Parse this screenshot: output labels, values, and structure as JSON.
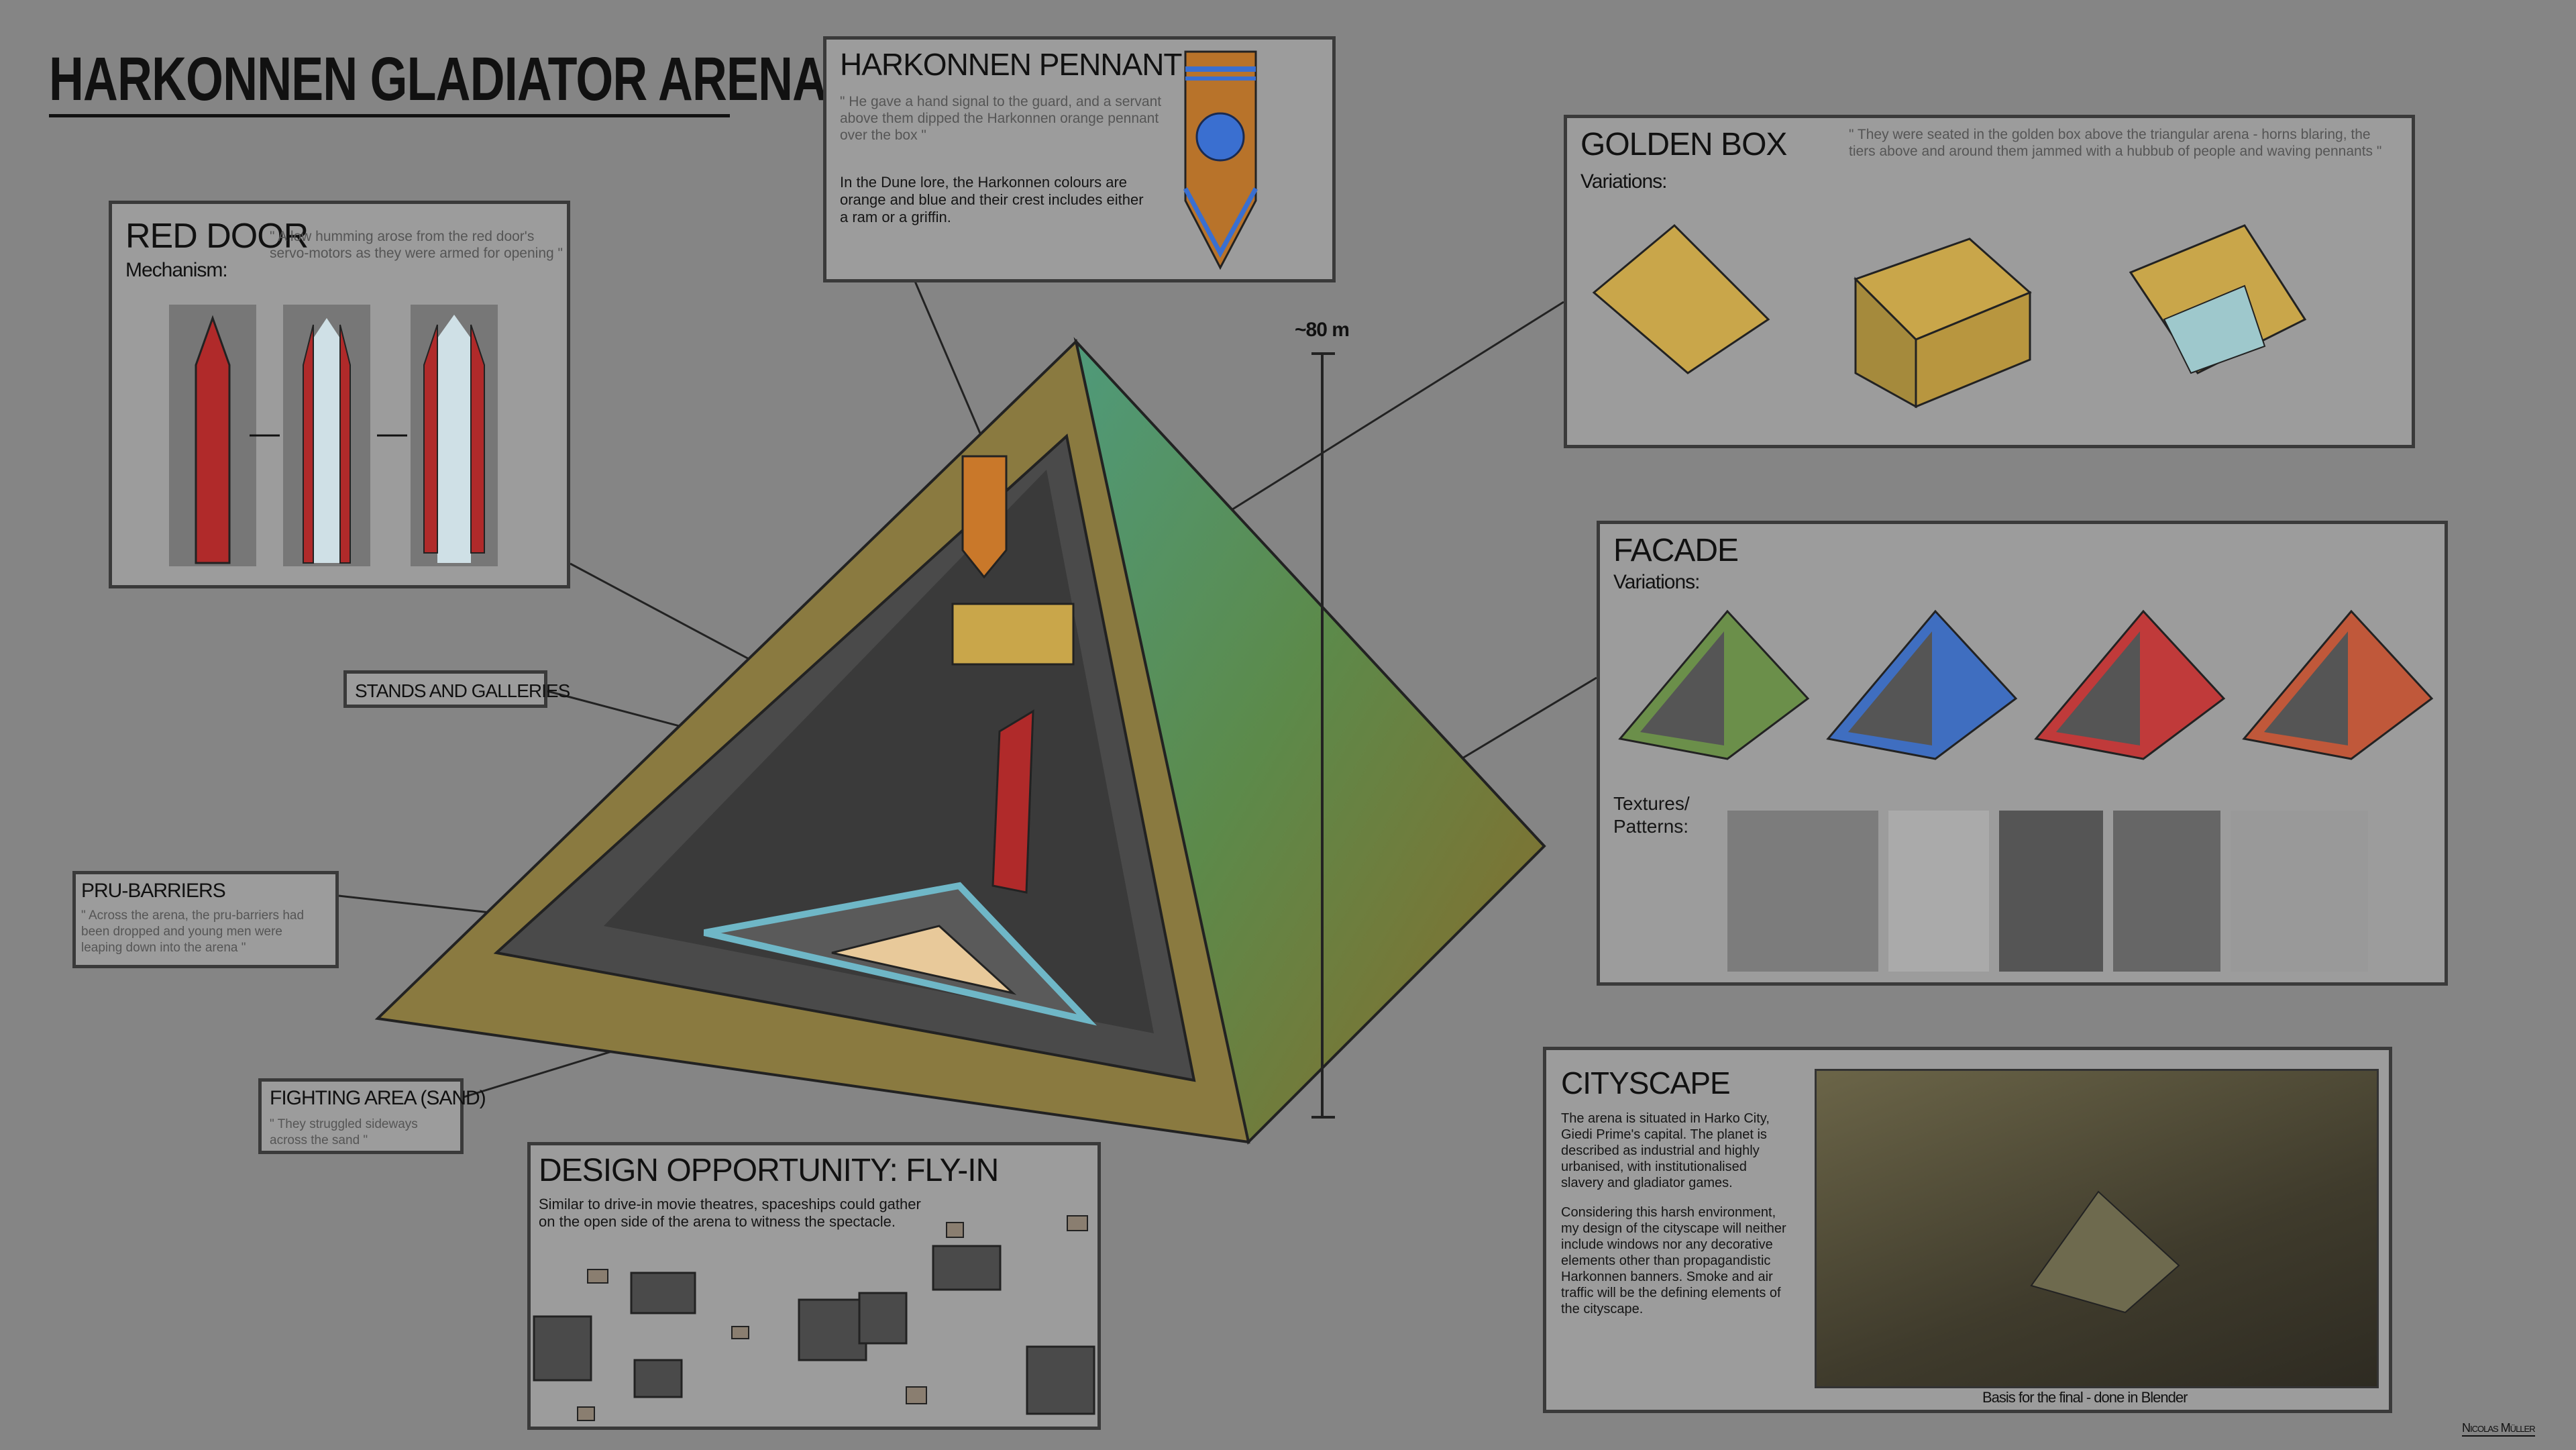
{
  "title": "HARKONNEN GLADIATOR ARENA",
  "pennant": {
    "title": "HARKONNEN PENNANT",
    "quote": "\" He gave a hand signal to the guard, and a servant\nabove them dipped the Harkonnen orange pennant\nover the box \"",
    "lore": "In the Dune lore, the Harkonnen colours are\norange and blue and their crest includes either\na ram or a griffin.",
    "colors": {
      "orange": "#b8732a",
      "blue": "#3a6fd0"
    }
  },
  "red_door": {
    "title": "RED DOOR",
    "subtitle": "Mechanism:",
    "quote": "\" A low humming arose from the red door's\nservo-motors as they were armed for opening \""
  },
  "golden_box": {
    "title": "GOLDEN BOX",
    "subtitle": "Variations:",
    "quote": "\" They were seated in the golden box above the triangular arena - horns blaring, the\ntiers above and around them jammed with a hubbub of people and waving pennants \""
  },
  "facade": {
    "title": "FACADE",
    "subtitle": "Variations:",
    "textures_label": "Textures/\nPatterns:"
  },
  "labels": {
    "stands": "STANDS AND GALLERIES",
    "pru_title": "PRU-BARRIERS",
    "pru_quote": "\" Across the arena, the pru-barriers had\nbeen dropped and young men were\nleaping down into the arena \"",
    "fight_title": "FIGHTING AREA (SAND)",
    "fight_quote": "\" They struggled sideways\nacross the sand \""
  },
  "scale": {
    "height": "~80 m"
  },
  "fly_in": {
    "title": "DESIGN OPPORTUNITY: FLY-IN",
    "text": "Similar to drive-in movie theatres, spaceships could gather\non the open side of the arena to witness the spectacle."
  },
  "cityscape": {
    "title": "CITYSCAPE",
    "p1": "The arena is situated in Harko City,\nGiedi Prime's capital. The planet is\ndescribed as industrial and highly\nurbanised, with institutionalised\nslavery and gladiator games.",
    "p2": "Considering this harsh environment,\nmy design of the cityscape will neither\ninclude windows nor any decorative\nelements other than propagandistic\nHarkonnen banners. Smoke and air\ntraffic will be the defining elements of\nthe cityscape.",
    "caption": "Basis for the final  - done in Blender"
  },
  "signature": "Nicolas Müller"
}
